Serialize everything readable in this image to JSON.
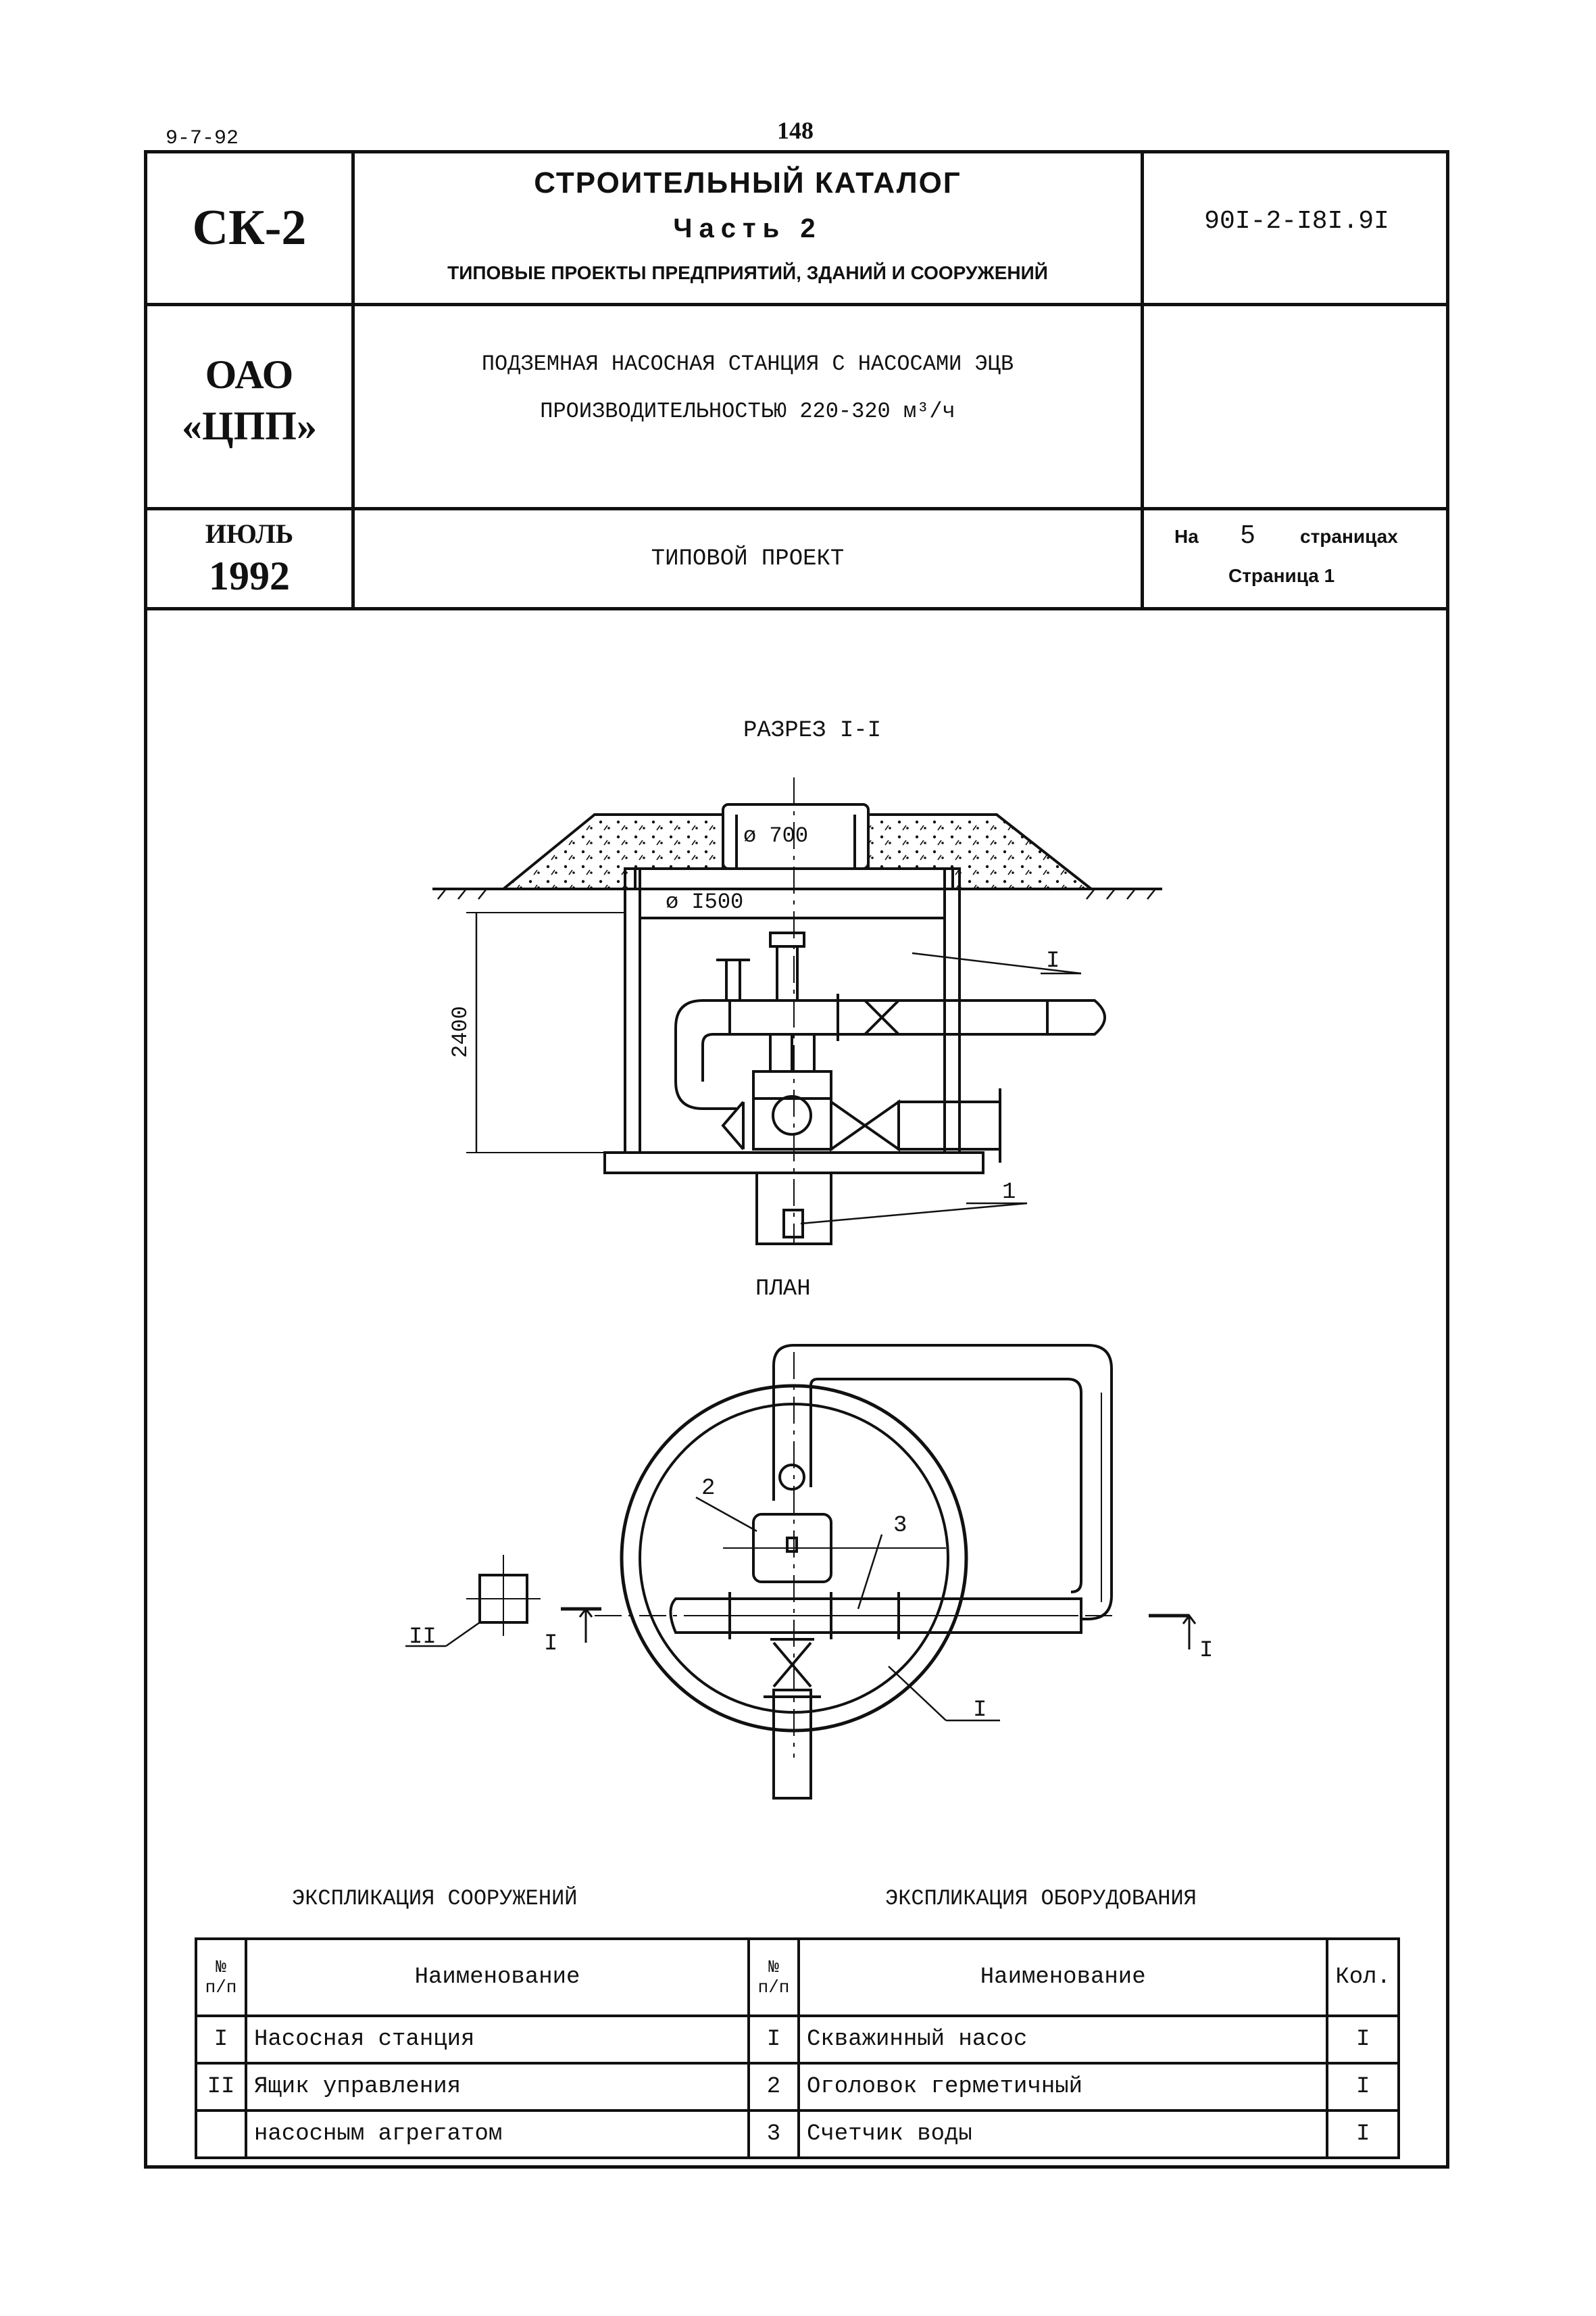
{
  "page": {
    "date_code": "9-7-92",
    "page_number": "148"
  },
  "header": {
    "catalog_code": "СК-2",
    "catalog_title": "СТРОИТЕЛЬНЫЙ КАТАЛОГ",
    "catalog_part": "Часть 2",
    "catalog_subtitle": "ТИПОВЫЕ ПРОЕКТЫ ПРЕДПРИЯТИЙ, ЗДАНИЙ И СООРУЖЕНИЙ",
    "project_number": "90I-2-I8I.9I",
    "org_line1": "ОАО",
    "org_line2": "«ЦПП»",
    "project_title_line1": "ПОДЗЕМНАЯ НАСОСНАЯ СТАНЦИЯ С НАСОСАМИ ЭЦВ",
    "project_title_line2": "ПРОИЗВОДИТЕЛЬНОСТЬЮ 220-320  м³/ч",
    "month": "ИЮЛЬ",
    "year": "1992",
    "doc_type": "ТИПОВОЙ ПРОЕКТ",
    "pages_prefix": "На",
    "pages_count": "5",
    "pages_suffix": "страницах",
    "page_label": "Страница 1"
  },
  "drawing": {
    "section_title": "РАЗРЕЗ I-I",
    "plan_title": "ПЛАН",
    "dim_hatch": "ø 700",
    "dim_shaft": "ø I500",
    "dim_height": "2400",
    "callout_I": "I",
    "callout_1": "1",
    "callout_2": "2",
    "callout_3": "3",
    "callout_II": "II",
    "section_mark_left": "I",
    "section_mark_right": "I"
  },
  "structures_table": {
    "title": "ЭКСПЛИКАЦИЯ СООРУЖЕНИЙ",
    "col_num": "№ п/п",
    "col_name": "Наименование",
    "rows": [
      {
        "num": "I",
        "name": "Насосная станция"
      },
      {
        "num": "II",
        "name": "Ящик управления"
      },
      {
        "num": "",
        "name": "насосным агрегатом"
      }
    ]
  },
  "equipment_table": {
    "title": "ЭКСПЛИКАЦИЯ ОБОРУДОВАНИЯ",
    "col_num": "№ п/п",
    "col_name": "Наименование",
    "col_qty": "Кол.",
    "rows": [
      {
        "num": "I",
        "name": "Скважинный насос",
        "qty": "I"
      },
      {
        "num": "2",
        "name": "Оголовок герметичный",
        "qty": "I"
      },
      {
        "num": "3",
        "name": "Счетчик воды",
        "qty": "I"
      }
    ]
  }
}
